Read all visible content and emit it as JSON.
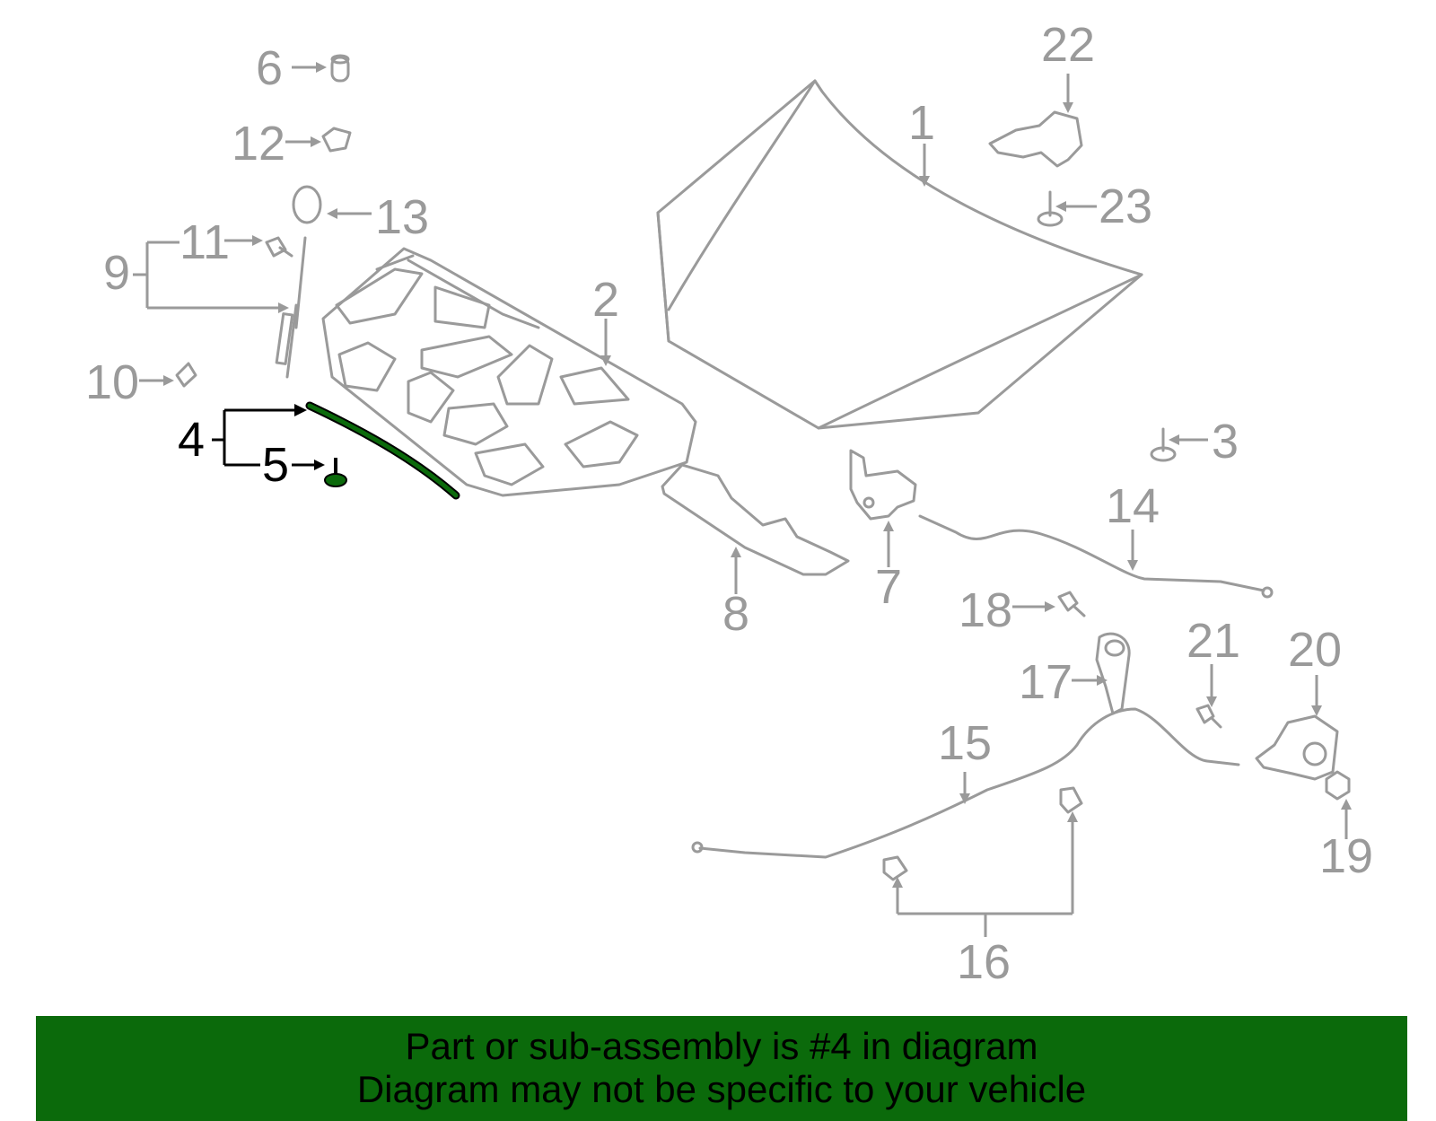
{
  "callouts": {
    "c1": "1",
    "c2": "2",
    "c3": "3",
    "c4": "4",
    "c5": "5",
    "c6": "6",
    "c7": "7",
    "c8": "8",
    "c9": "9",
    "c10": "10",
    "c11": "11",
    "c12": "12",
    "c13": "13",
    "c14": "14",
    "c15": "15",
    "c16": "16",
    "c17": "17",
    "c18": "18",
    "c19": "19",
    "c20": "20",
    "c21": "21",
    "c22": "22",
    "c23": "23"
  },
  "highlighted_part": "4",
  "colors": {
    "line_art": "#9a9a9a",
    "highlight": "#0b6a0b",
    "banner_bg": "#0b6a0b",
    "banner_text": "#000000"
  },
  "banner": {
    "line1": "Part or sub-assembly is #4 in diagram",
    "line2": "Diagram may not be specific to your vehicle"
  }
}
